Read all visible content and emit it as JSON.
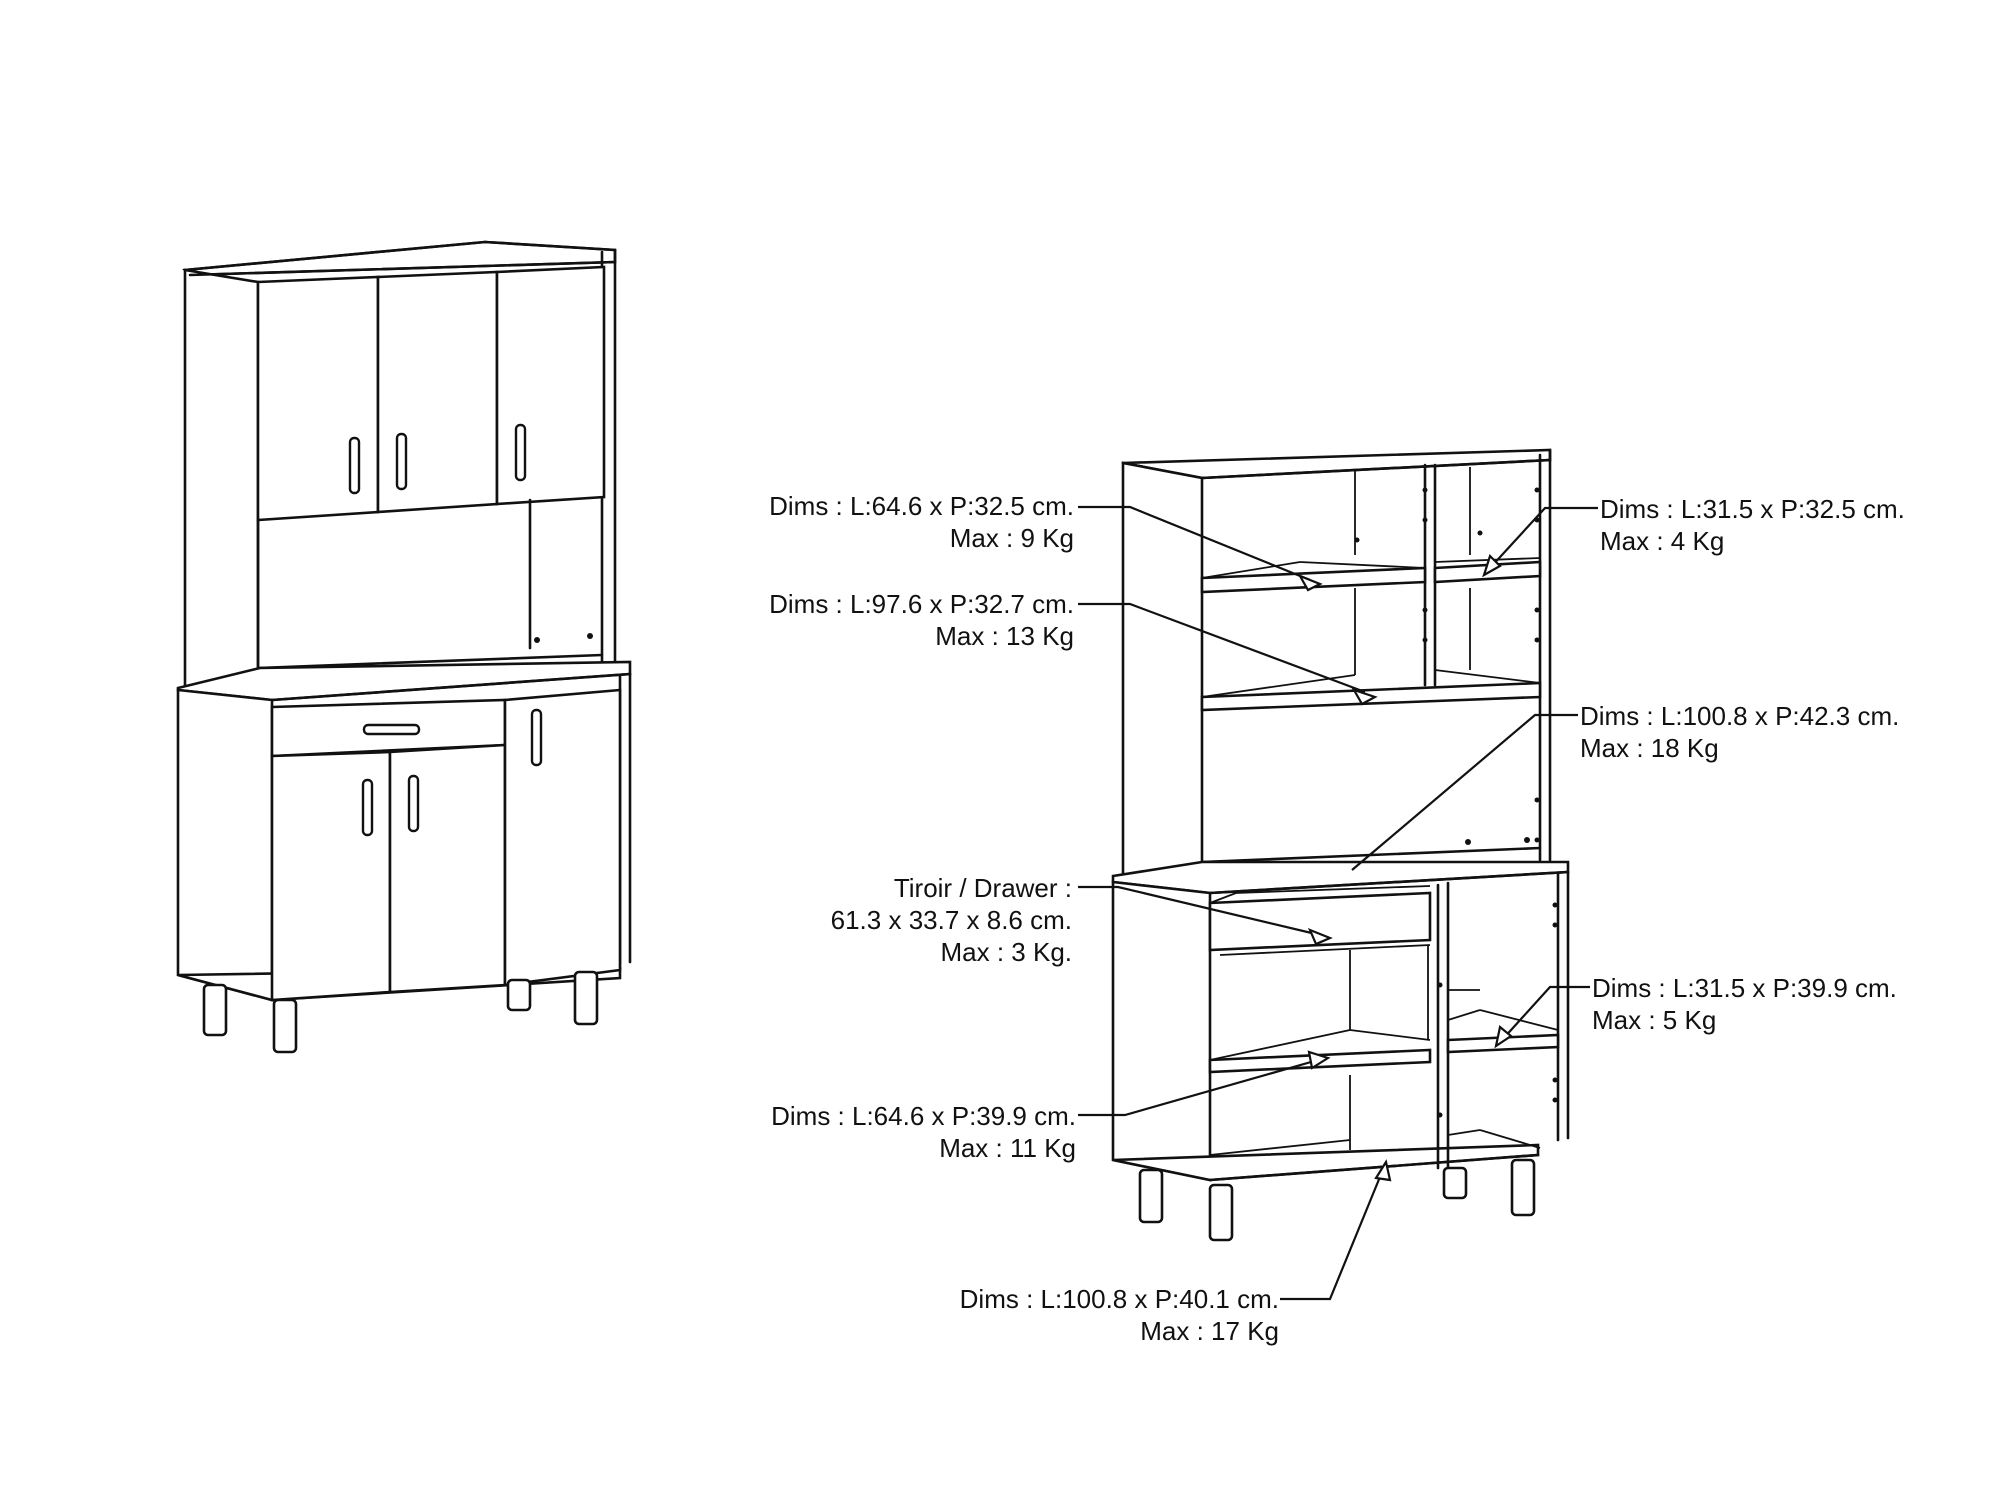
{
  "labels": {
    "top_left_shelf": {
      "dims": "Dims : L:64.6 x P:32.5 cm.",
      "max": "Max : 9 Kg"
    },
    "middle_shelf": {
      "dims": "Dims : L:97.6 x P:32.7 cm.",
      "max": "Max : 13 Kg"
    },
    "top_right_shelf": {
      "dims": "Dims : L:31.5 x P:32.5 cm.",
      "max": "Max : 4 Kg"
    },
    "countertop": {
      "dims": "Dims : L:100.8 x P:42.3 cm.",
      "max": "Max : 18 Kg"
    },
    "drawer": {
      "title": "Tiroir / Drawer :",
      "dims": "61.3 x 33.7 x 8.6 cm.",
      "max": "Max : 3 Kg."
    },
    "lower_right_shelf": {
      "dims": "Dims : L:31.5 x P:39.9 cm.",
      "max": "Max : 5 Kg"
    },
    "lower_left_shelf": {
      "dims": "Dims : L:64.6 x P:39.9 cm.",
      "max": "Max : 11 Kg"
    },
    "bottom_shelf": {
      "dims": "Dims : L:100.8 x P:40.1 cm.",
      "max": "Max : 17 Kg"
    }
  }
}
